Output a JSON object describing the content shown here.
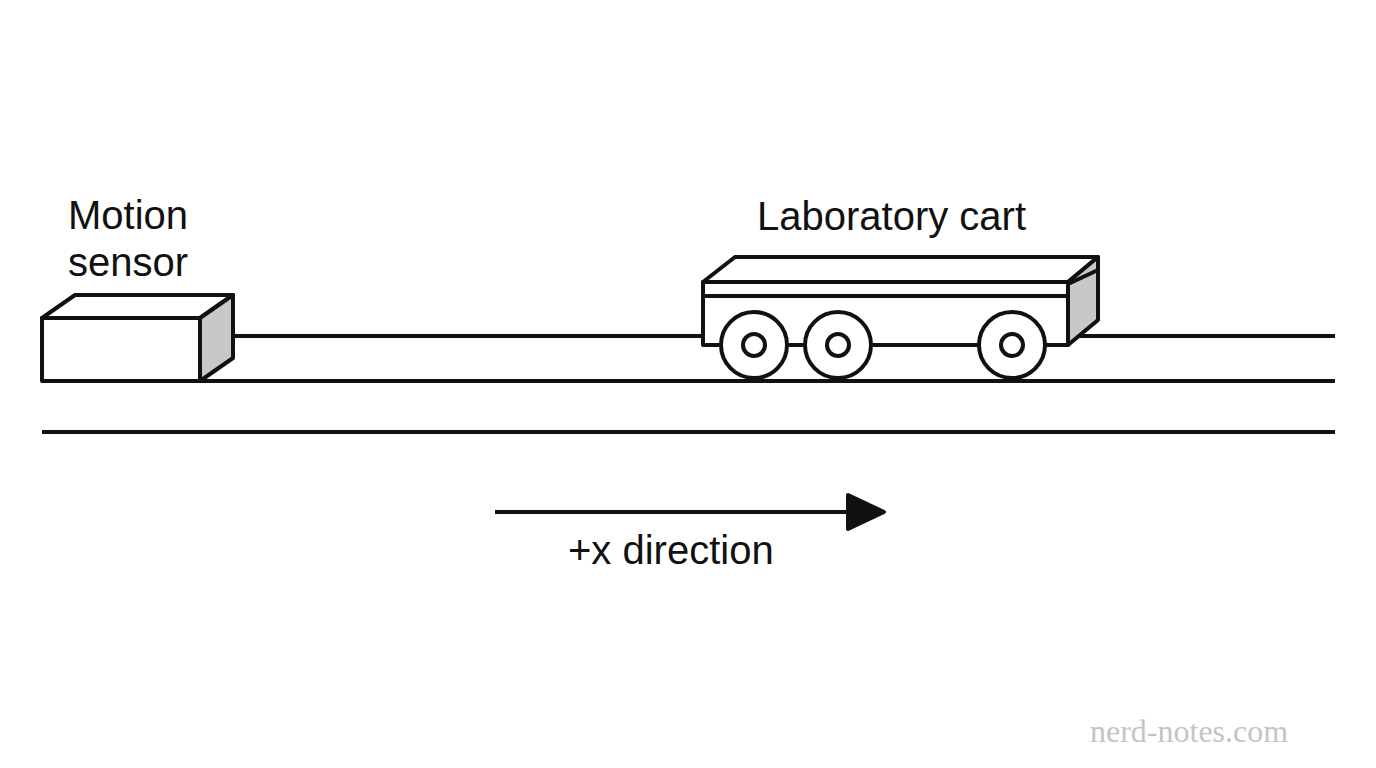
{
  "diagram": {
    "labels": [
      "Motion sensor",
      "Laboratory cart",
      "+x direction",
      "nerd-notes.com"
    ]
  }
}
